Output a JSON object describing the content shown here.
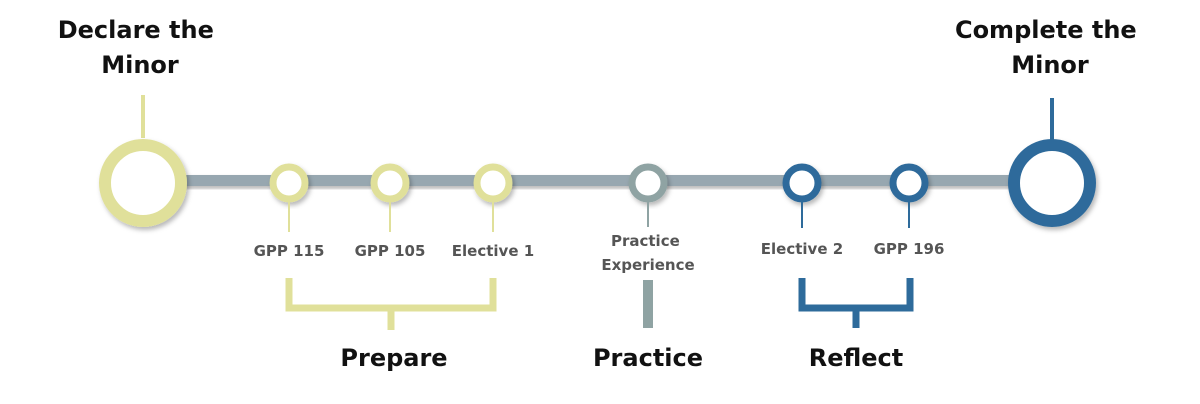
{
  "start": {
    "lines": [
      "Declare the",
      "Minor"
    ]
  },
  "end": {
    "lines": [
      "Complete the",
      "Minor"
    ]
  },
  "nodes": [
    {
      "id": "gpp-115",
      "lines": [
        "GPP 115"
      ],
      "color": "#e0e09a"
    },
    {
      "id": "gpp-105",
      "lines": [
        "GPP 105"
      ],
      "color": "#e0e09a"
    },
    {
      "id": "elective-1",
      "lines": [
        "Elective 1"
      ],
      "color": "#e0e09a"
    },
    {
      "id": "practice-experience",
      "lines": [
        "Practice",
        "Experience"
      ],
      "color": "#8fa3a3"
    },
    {
      "id": "elective-2",
      "lines": [
        "Elective 2"
      ],
      "color": "#2e6b9b"
    },
    {
      "id": "gpp-196",
      "lines": [
        "GPP 196"
      ],
      "color": "#2e6b9b"
    }
  ],
  "phases": [
    {
      "id": "prepare",
      "label": "Prepare",
      "color": "#e0e09a"
    },
    {
      "id": "practice",
      "label": "Practice",
      "color": "#8fa3a3"
    },
    {
      "id": "reflect",
      "label": "Reflect",
      "color": "#2e6b9b"
    }
  ],
  "colors": {
    "track": "#97a7b0",
    "prepare": "#e0e09a",
    "practice": "#8fa3a3",
    "reflect": "#2e6b9b",
    "end_label": "#111111",
    "node_label": "#555555"
  }
}
